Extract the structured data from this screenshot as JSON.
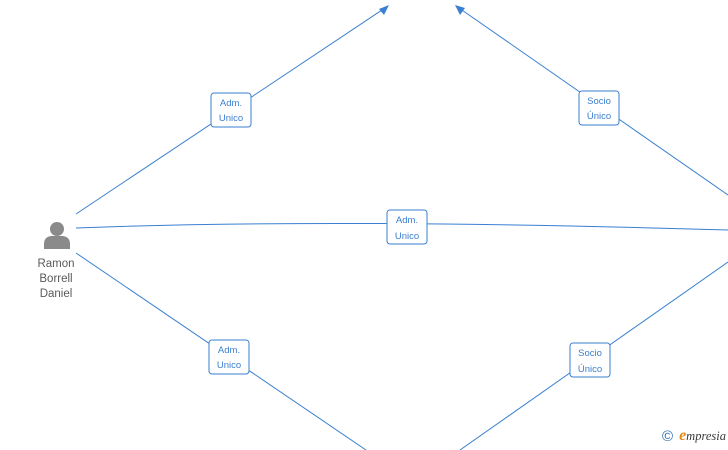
{
  "person": {
    "icon": "person-icon",
    "name_lines": [
      "Ramon",
      "Borrell",
      "Daniel"
    ]
  },
  "edges": {
    "upper_left": {
      "line1": "Adm.",
      "line2": "Unico"
    },
    "upper_right": {
      "line1": "Socio",
      "line2": "Único"
    },
    "middle": {
      "line1": "Adm.",
      "line2": "Unico"
    },
    "lower_left": {
      "line1": "Adm.",
      "line2": "Unico"
    },
    "lower_right": {
      "line1": "Socio",
      "line2": "Único"
    }
  },
  "watermark": {
    "copyright_symbol": "©",
    "brand_initial": "e",
    "brand_rest": "mpresia"
  },
  "colors": {
    "edge": "#3a7fd1",
    "person_icon": "#8a8a8a",
    "brand_accent": "#e48a18"
  }
}
